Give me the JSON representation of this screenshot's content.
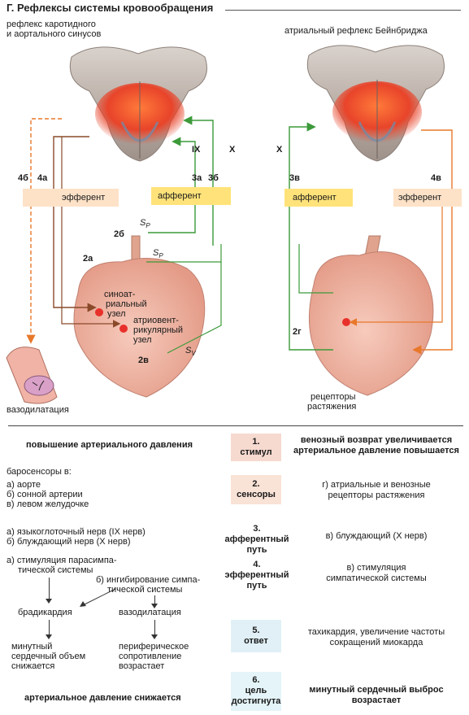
{
  "title": "Г. Рефлексы системы кровообращения",
  "left_panel": {
    "caption_line1": "рефлекс каротидного",
    "caption_line2": "и аортального синусов",
    "label_4b": "4б",
    "label_4a": "4а",
    "efferent": "эфферент",
    "label_ix": "IX",
    "label_x": "X",
    "label_3a": "3а",
    "label_3b": "3б",
    "afferent": "афферент",
    "label_2b": "2б",
    "sp1": "S",
    "sp1_sub": "P",
    "sp2": "S",
    "sp2_sub": "P",
    "label_2a": "2а",
    "sa_node_1": "синоат-",
    "sa_node_2": "риальный",
    "sa_node_3": "узел",
    "av_node_1": "атриовент-",
    "av_node_2": "рикулярный",
    "av_node_3": "узел",
    "label_2v": "2в",
    "sv": "S",
    "sv_sub": "V",
    "vasodilation": "вазодилатация"
  },
  "right_panel": {
    "caption": "атриальный рефлекс Бейнбриджа",
    "label_x": "X",
    "label_3v": "3в",
    "afferent": "афферент",
    "label_4v": "4в",
    "efferent": "эфферент",
    "label_2g": "2г",
    "receptors_1": "рецепторы",
    "receptors_2": "растяжения"
  },
  "steps": [
    {
      "num": "1.",
      "name": "стимул"
    },
    {
      "num": "2.",
      "name": "сенсоры"
    },
    {
      "num": "3.",
      "name": "афферентный путь"
    },
    {
      "num": "4.",
      "name_1": "эфферентный",
      "name_2": "путь"
    },
    {
      "num": "5.",
      "name": "ответ"
    },
    {
      "num": "6.",
      "name_1": "цель",
      "name_2": "достигнута"
    }
  ],
  "left_table": {
    "stimulus": "повышение артериального давления",
    "sensors_head": "баросенсоры в:",
    "sensors": [
      "а) аорте",
      "б) сонной артерии",
      "в) левом желудочке"
    ],
    "afferent": [
      "а) языкоглоточный нерв (IX нерв)",
      "б) блуждающий нерв (X нерв)"
    ],
    "efferent_a_1": "а) стимуляция парасимпа-",
    "efferent_a_2": "тической системы",
    "efferent_b_1": "б) ингибирование симпа-",
    "efferent_b_2": "тической системы",
    "bradycardia": "брадикардия",
    "vasodilation": "вазодилатация",
    "cardiac_1": "минутный",
    "cardiac_2": "сердечный объем",
    "cardiac_3": "снижается",
    "peripheral_1": "периферическое",
    "peripheral_2": "сопротивление",
    "peripheral_3": "возрастает",
    "goal": "артериальное давление снижается"
  },
  "right_table": {
    "stimulus_1": "венозный возврат увеличивается",
    "stimulus_2": "артериальное давление повышается",
    "sensors_1": "г) атриальные и венозные",
    "sensors_2": "рецепторы растяжения",
    "afferent": "в) блуждающий (X нерв)",
    "efferent_1": "в) стимуляция",
    "efferent_2": "симпатической системы",
    "response_1": "тахикардия, увеличение частоты",
    "response_2": "сокращений миокарда",
    "goal_1": "минутный сердечный выброс",
    "goal_2": "возрастает"
  },
  "colors": {
    "afferent_green": "#3c9a3a",
    "efferent_brown": "#8a4a2a",
    "efferent_orange": "#e8782a",
    "label_yellow": "#ffe37a",
    "label_orange": "#fde2c8",
    "heart_pink": "#f2b6a4",
    "brain_red": "#e85030"
  }
}
